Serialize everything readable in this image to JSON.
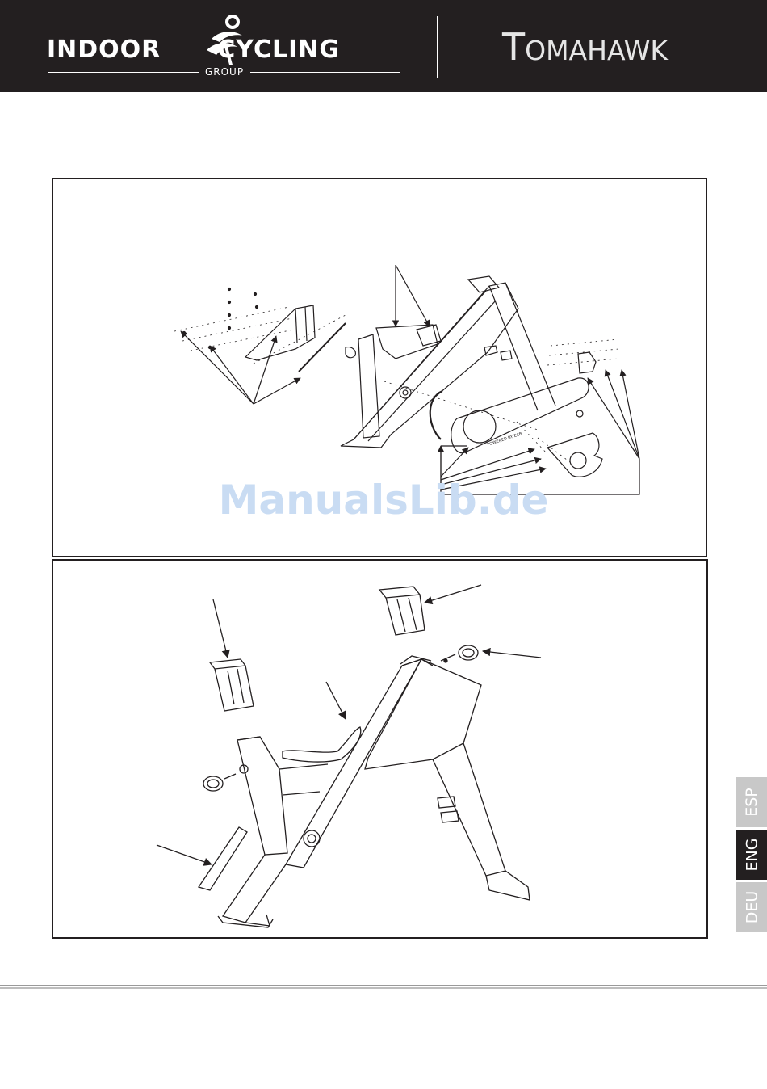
{
  "header": {
    "brand_left_1": "INDOOR",
    "brand_left_2": "CYCLING",
    "brand_group": "GROUP",
    "brand_right_initial": "T",
    "brand_right_rest": "OMAHAWK",
    "background_color": "#231f20"
  },
  "diagram_top": {
    "label": "POWERED BY ECB"
  },
  "watermark": "ManualsLib.de",
  "language_tabs": [
    {
      "label": "ESP",
      "active": false
    },
    {
      "label": "ENG",
      "active": true
    },
    {
      "label": "DEU",
      "active": false
    }
  ],
  "colors": {
    "tab_active": "#231f20",
    "tab_inactive": "#c8c8c8",
    "watermark": "#c9dcf3"
  }
}
